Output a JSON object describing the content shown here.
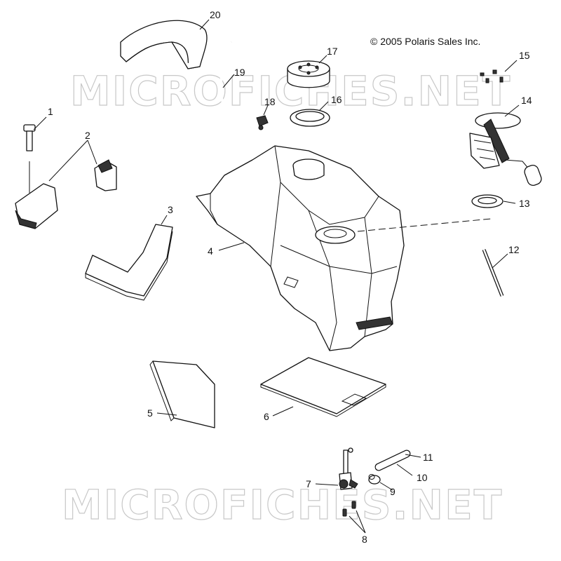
{
  "copyright": "© 2005 Polaris Sales Inc.",
  "watermark": "MICROFICHES.NET",
  "callouts": [
    "1",
    "2",
    "3",
    "4",
    "5",
    "6",
    "7",
    "8",
    "9",
    "10",
    "11",
    "12",
    "13",
    "14",
    "15",
    "16",
    "17",
    "18",
    "19",
    "20"
  ]
}
